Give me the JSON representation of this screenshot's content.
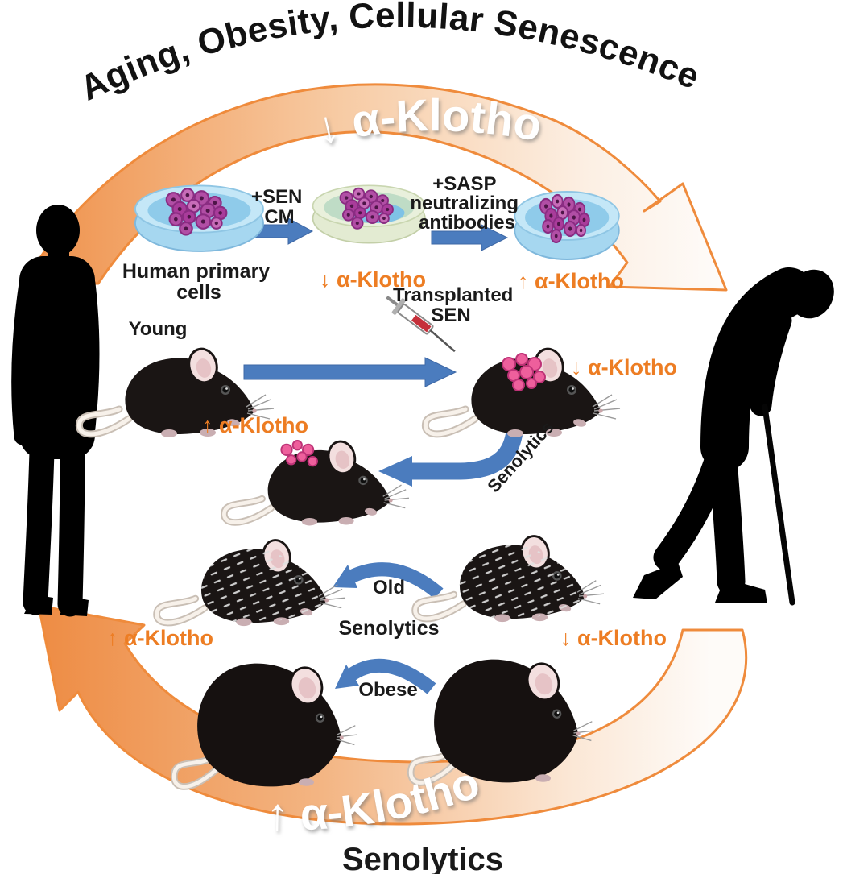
{
  "colors": {
    "accent_orange": "#ED7D23",
    "band_orange": "#F0914A",
    "band_outline": "#EF8B3C",
    "arrow_blue": "#4B7CBE",
    "cell_purple": "#B14EA5",
    "dish_blue": "#8FCBEA",
    "dish_green": "#BFDCC6",
    "sen_cell_pink": "#EE5F9C",
    "text_black": "#121212",
    "text_white": "#FFFFFF"
  },
  "cycle": {
    "top_title": "Aging, Obesity, Cellular Senescence",
    "top_band_label": "↓ α-Klotho",
    "bottom_band_label": "↑ α-Klotho",
    "bottom_title": "Senolytics"
  },
  "culture_row": {
    "dish1_label": [
      "Human primary",
      "cells"
    ],
    "sen_cm_arrow_label": [
      "+SEN",
      "CM"
    ],
    "dish2_klotho_label": "↓ α-Klotho",
    "sasp_arrow_label": [
      "+SASP",
      "neutralizing",
      "antibodies"
    ],
    "dish3_klotho_label": "↑ α-Klotho"
  },
  "transplant_row": {
    "young_label": "Young",
    "young_klotho_label": "↑ α-Klotho",
    "syringe_label": [
      "Transplanted",
      "SEN"
    ],
    "transplanted_klotho_label": "↓ α-Klotho",
    "senolytics_arrow_label": "Senolytics"
  },
  "old_row": {
    "left_klotho_label": "↑ α-Klotho",
    "arrow_top_label": "Old",
    "arrow_bottom_label": "Senolytics",
    "right_klotho_label": "↓ α-Klotho"
  },
  "obese_row": {
    "arrow_label": "Obese"
  },
  "icons": {
    "young_man": "young-man-silhouette",
    "old_man": "old-man-with-cane-silhouette",
    "petri_dish": "petri-dish-with-cells",
    "mouse": "black-mouse",
    "old_mouse": "aged-black-mouse",
    "obese_mouse": "obese-black-mouse",
    "syringe": "syringe-with-senescent-cells"
  }
}
